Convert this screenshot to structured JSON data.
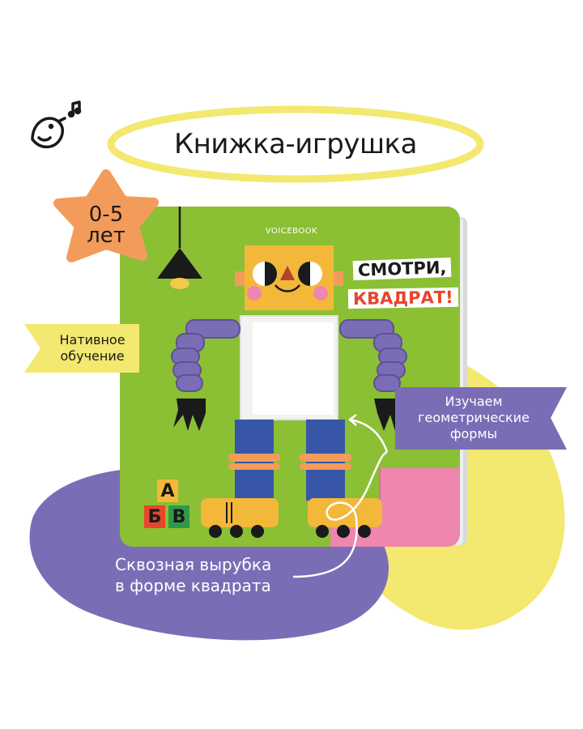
{
  "header": {
    "title": "Книжка-игрушка"
  },
  "badge": {
    "age_line1": "0-5",
    "age_line2": "лет"
  },
  "features": {
    "left_ribbon_line1": "Нативное",
    "left_ribbon_line2": "обучение",
    "right_ribbon_line1": "Изучаем",
    "right_ribbon_line2": "геометрические",
    "right_ribbon_line3": "формы",
    "caption_line1": "Сквозная вырубка",
    "caption_line2": "в форме квадрата"
  },
  "book": {
    "brand": "VOICEBOOK",
    "title_line1": "СМОТРИ,",
    "title_line2": "КВАДРАТ!",
    "blocks": [
      "А",
      "Б",
      "В"
    ]
  },
  "icons": {
    "logo": "bird-music-icon"
  },
  "colors": {
    "yellow": "#f3e870",
    "purple": "#7a6db5",
    "green": "#8bbf34",
    "orange": "#f39b5b",
    "pink": "#ee86ad"
  }
}
